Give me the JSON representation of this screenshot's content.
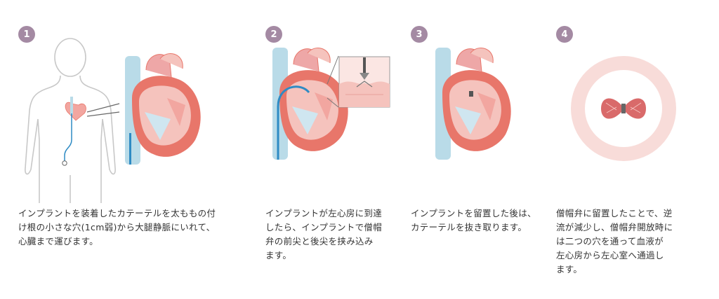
{
  "steps": [
    {
      "number": "1",
      "caption": "インプラントを装着したカテーテルを太ももの付\nけ根の小さな穴(1cm弱)から大腿静脈にいれて、\n心臓まで運びます。"
    },
    {
      "number": "2",
      "caption": "インプラントが左心房に到達\nしたら、インプラントで僧帽\n弁の前尖と後尖を挟み込み\nます。"
    },
    {
      "number": "3",
      "caption": "インプラントを留置した後は、\nカテーテルを抜き取ります。"
    },
    {
      "number": "4",
      "caption": "僧帽弁に留置したことで、逆\n流が減少し、僧帽弁開放時に\nは二つの穴を通って血液が\n左心房から左心室へ通過し\nます。"
    }
  ],
  "colors": {
    "badge": "#a48aa3",
    "vessel_blue": "#b9dbe8",
    "catheter_blue": "#2e8bc4",
    "heart_red": "#e8766a",
    "heart_pink": "#f5c3bd",
    "aorta": "#eea7a7",
    "valve_ring": "#f3d2d0"
  }
}
